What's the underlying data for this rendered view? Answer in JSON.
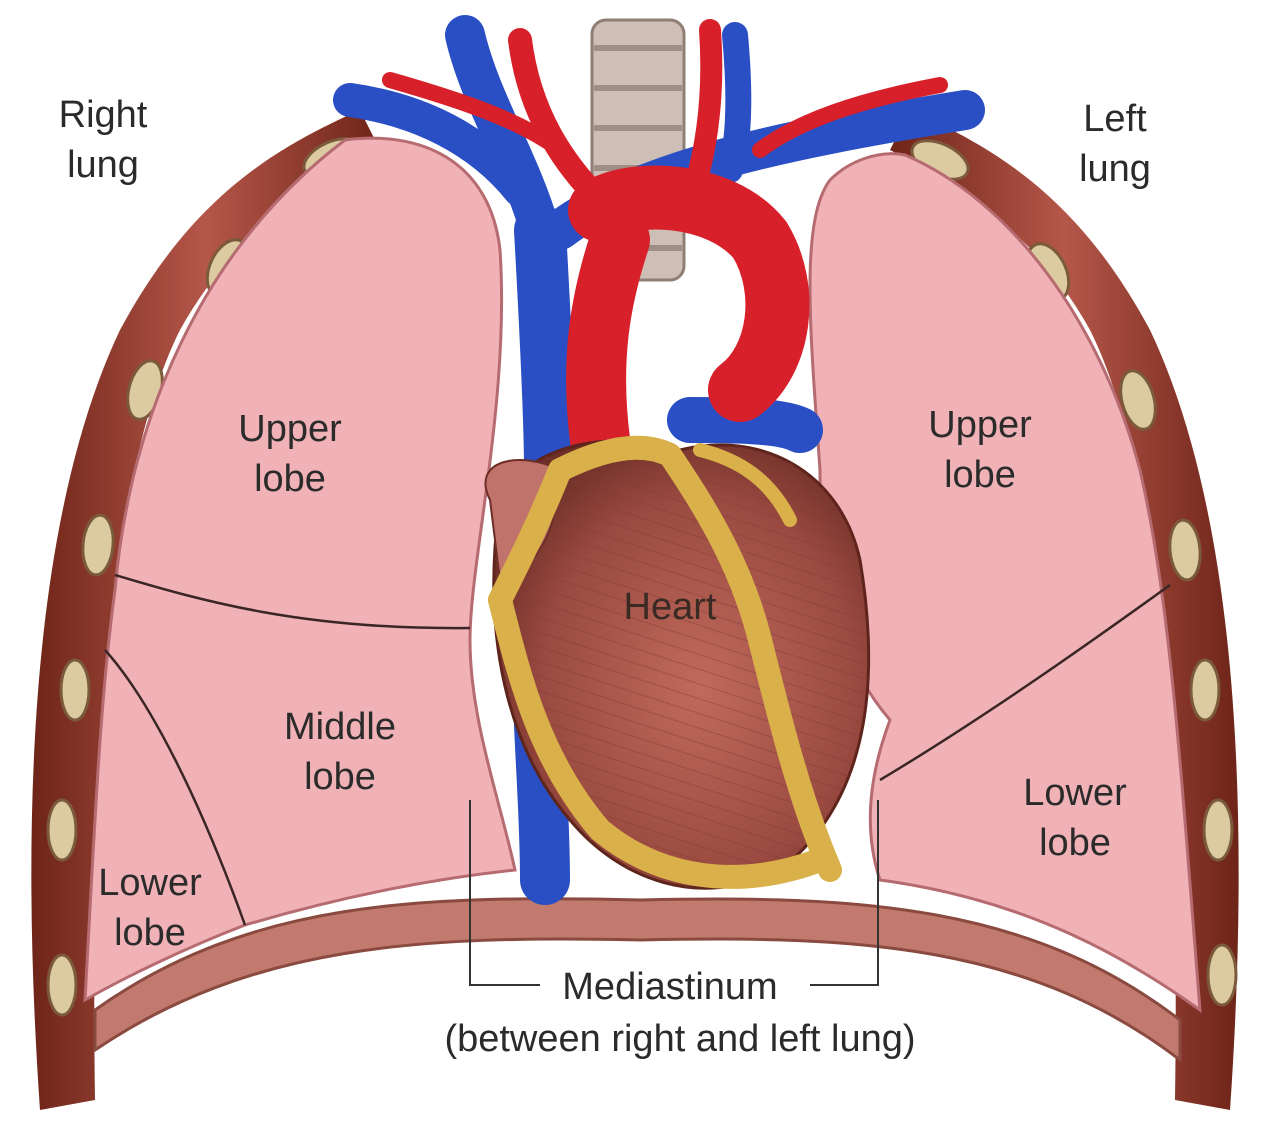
{
  "labels": {
    "right_lung": [
      "Right",
      "lung"
    ],
    "left_lung": [
      "Left",
      "lung"
    ],
    "right_upper_lobe": [
      "Upper",
      "lobe"
    ],
    "left_upper_lobe": [
      "Upper",
      "lobe"
    ],
    "right_middle_lobe": [
      "Middle",
      "lobe"
    ],
    "right_lower_lobe": [
      "Lower",
      "lobe"
    ],
    "left_lower_lobe": [
      "Lower",
      "lobe"
    ],
    "heart": "Heart",
    "mediastinum": "Mediastinum",
    "mediastinum_note": "(between right and left lung)"
  },
  "colors": {
    "lung": "#f0b2b6",
    "lung_edge": "#b66b70",
    "vein": "#2a4fc4",
    "artery": "#d8202a",
    "heart_muscle": "#a8544a",
    "fat": "#d9b04a",
    "rib": "#8e3a2c",
    "cartilage": "#d9c7a0",
    "trachea": "#c9bfb8",
    "diaphragm": "#c27a6e"
  }
}
